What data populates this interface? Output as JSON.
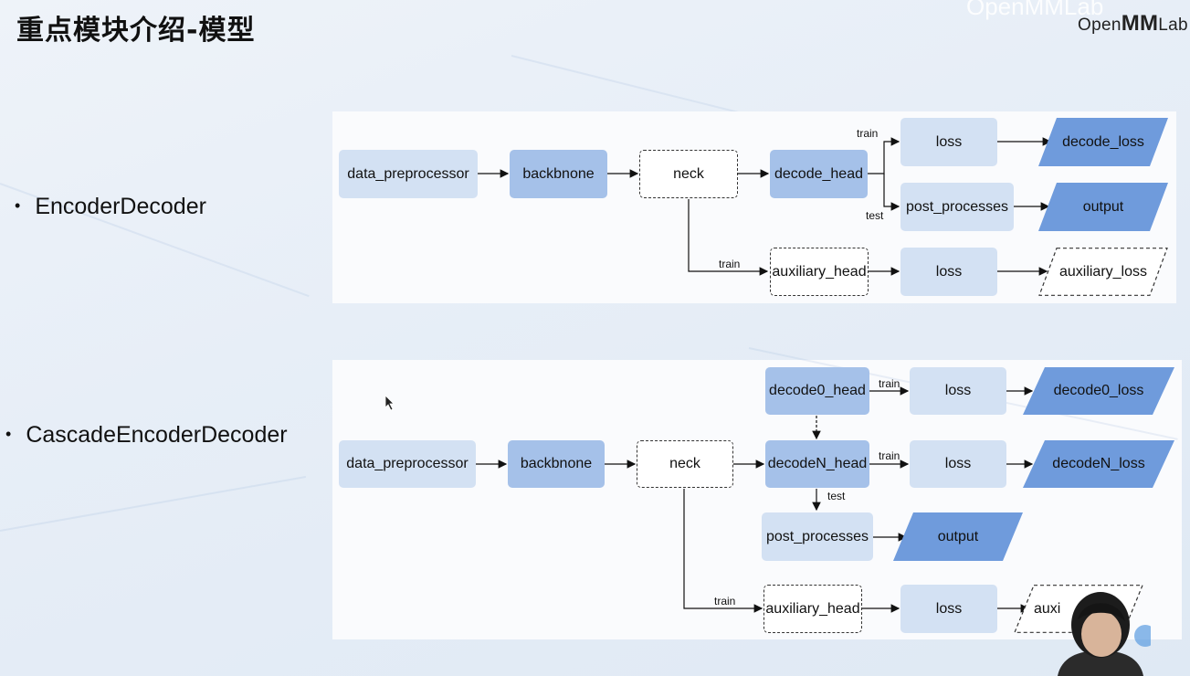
{
  "slide": {
    "title": "重点模块介绍-模型",
    "brand_ghost": "OpenMMLab",
    "brand_left": "Open",
    "brand_mm": "MM",
    "brand_right": "Lab"
  },
  "bullets": {
    "first": "EncoderDecoder",
    "second": "CascadeEncoderDecoder"
  },
  "diagram1": {
    "data_preprocessor": "data_preprocessor",
    "backbone": "backbnone",
    "neck": "neck",
    "decode_head": "decode_head",
    "loss_top": "loss",
    "decode_loss": "decode_loss",
    "post_processes": "post_processes",
    "output": "output",
    "auxiliary_head": "auxiliary_head",
    "loss_aux": "loss",
    "auxiliary_loss": "auxiliary_loss",
    "label_train_top": "train",
    "label_test": "test",
    "label_train_aux": "train"
  },
  "diagram2": {
    "data_preprocessor": "data_preprocessor",
    "backbone": "backbnone",
    "neck": "neck",
    "decode0_head": "decode0_head",
    "loss0": "loss",
    "decode0_loss": "decode0_loss",
    "decodeN_head": "decodeN_head",
    "lossN": "loss",
    "decodeN_loss": "decodeN_loss",
    "post_processes": "post_processes",
    "output": "output",
    "auxiliary_head": "auxiliary_head",
    "loss_aux": "loss",
    "auxiliary_loss_partial": "auxi",
    "label_train_0": "train",
    "label_train_N": "train",
    "label_test": "test",
    "label_train_aux": "train"
  },
  "colors": {
    "node_light": "#d3e1f3",
    "node_mid": "#a5c1e9",
    "parallelogram": "#6f9bdc",
    "arrow": "#111111"
  }
}
